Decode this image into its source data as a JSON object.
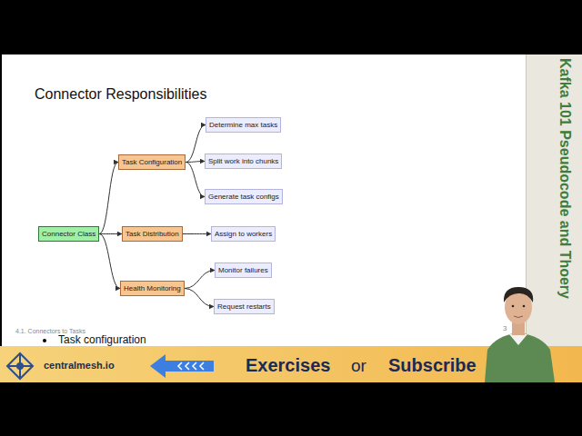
{
  "diagram": {
    "title": "Connector Responsibilities",
    "nodes": [
      {
        "text": [
          "Connector Class"
        ]
      },
      {
        "text": [
          "Task Configuration"
        ]
      },
      {
        "text": [
          "Task Distribution"
        ]
      },
      {
        "text": [
          "Health Monitoring"
        ]
      },
      {
        "text": [
          "Determine max tasks"
        ]
      },
      {
        "text": [
          "Split work into chunks"
        ]
      },
      {
        "text": [
          "Generate task configs"
        ]
      },
      {
        "text": [
          "Assign to workers"
        ]
      },
      {
        "text": [
          "Monitor failures"
        ]
      },
      {
        "text": [
          "Request restarts"
        ]
      }
    ],
    "edges": [
      {
        "from": 0,
        "to": 1,
        "arrow": "to"
      },
      {
        "from": 0,
        "to": 2,
        "arrow": "to"
      },
      {
        "from": 0,
        "to": 3,
        "arrow": "to"
      },
      {
        "from": 1,
        "to": 4,
        "arrow": "to"
      },
      {
        "from": 1,
        "to": 5,
        "arrow": "to"
      },
      {
        "from": 1,
        "to": 6,
        "arrow": "to"
      },
      {
        "from": 2,
        "to": 7,
        "arrow": "to"
      },
      {
        "from": 3,
        "to": 8,
        "arrow": "to"
      },
      {
        "from": 3,
        "to": 9,
        "arrow": "to"
      }
    ],
    "labels": [
      "4.1. Connectors to Tasks",
      "3",
      "Task configuration",
      "Kafka 101 Pseudocode and Thoery",
      "centralmesh.io",
      "Exercises",
      "or",
      "Subscribe"
    ]
  }
}
